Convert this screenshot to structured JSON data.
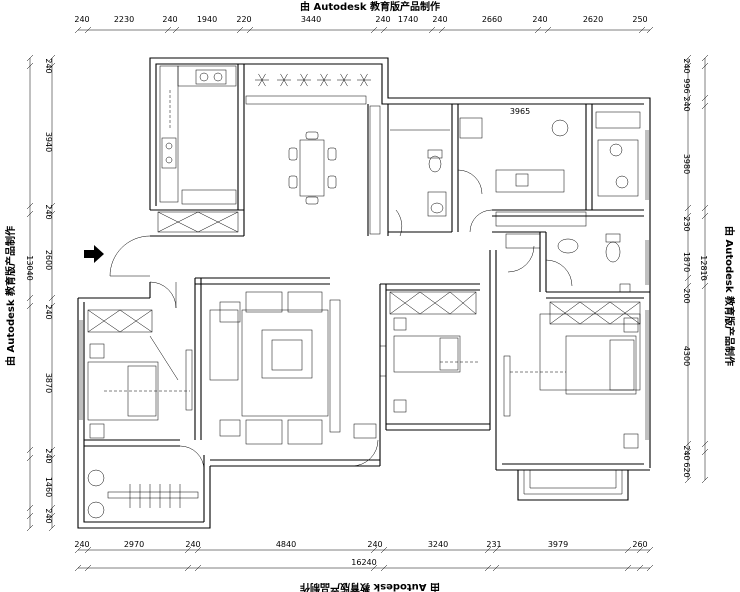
{
  "watermark": "由 Autodesk 教育版产品制作",
  "top_dims": [
    "240",
    "2230",
    "240",
    "1940",
    "220",
    "3440",
    "240",
    "1740",
    "240",
    "2660",
    "240",
    "2620",
    "250"
  ],
  "bottom_dims": [
    "240",
    "2970",
    "240",
    "4840",
    "240",
    "3240",
    "231",
    "3979",
    "260"
  ],
  "bottom_total": "16240",
  "left_dims": [
    "240",
    "3940",
    "240",
    "2600",
    "240",
    "3870",
    "240",
    "1460",
    "240"
  ],
  "left_total": "13040",
  "right_dims": [
    "240",
    "996",
    "240",
    "3980",
    "230",
    "1870",
    "200",
    "4300",
    "240",
    "620"
  ],
  "right_total": "12810",
  "room_small_label": "3965"
}
